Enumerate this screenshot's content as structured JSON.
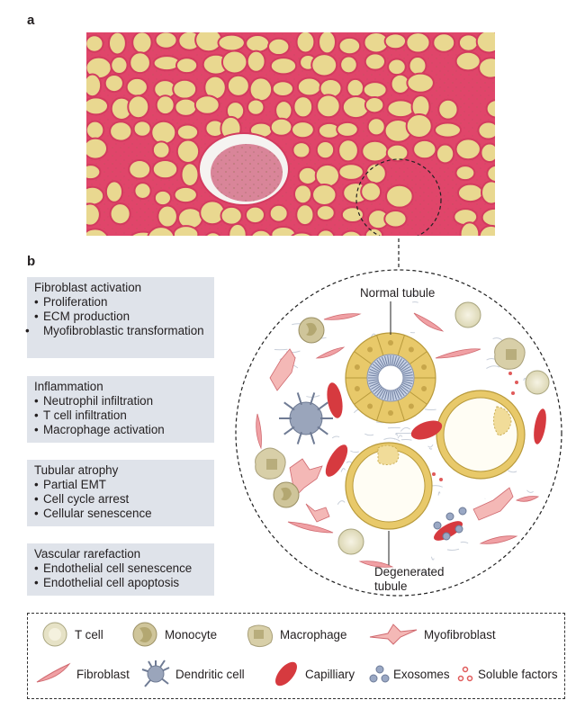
{
  "panel_a_label": "a",
  "panel_b_label": "b",
  "boxes": [
    {
      "title": "Fibroblast activation",
      "items": [
        "Proliferation",
        "ECM production",
        "Myofibroblastic transformation"
      ]
    },
    {
      "title": "Inflammation",
      "items": [
        "Neutrophil infiltration",
        "T cell infiltration",
        "Macrophage activation"
      ]
    },
    {
      "title": "Tubular atrophy",
      "items": [
        "Partial EMT",
        "Cell cycle arrest",
        "Cellular senescence"
      ]
    },
    {
      "title": "Vascular rarefaction",
      "items": [
        "Endothelial cell senescence",
        "Endothelial cell apoptosis"
      ]
    }
  ],
  "callouts": {
    "normal_tubule": "Normal tubule",
    "degenerated_tubule": "Degenerated tubule"
  },
  "legend": {
    "t_cell": "T cell",
    "monocyte": "Monocyte",
    "macrophage": "Macrophage",
    "myofibroblast": "Myofibroblast",
    "fibroblast": "Fibroblast",
    "dendritic_cell": "Dendritic cell",
    "capillary": "Capilliary",
    "exosomes": "Exosomes",
    "soluble_factors": "Soluble factors"
  },
  "colors": {
    "stain_pink": "#e0456a",
    "stain_yellow": "#e9d890",
    "box_bg": "#dfe3ea",
    "tubule_yellow": "#e8c96a",
    "capillary_red": "#d63a3f",
    "fibroblast_pink": "#f0a0a4",
    "dendritic_blue": "#8f9bb3"
  }
}
